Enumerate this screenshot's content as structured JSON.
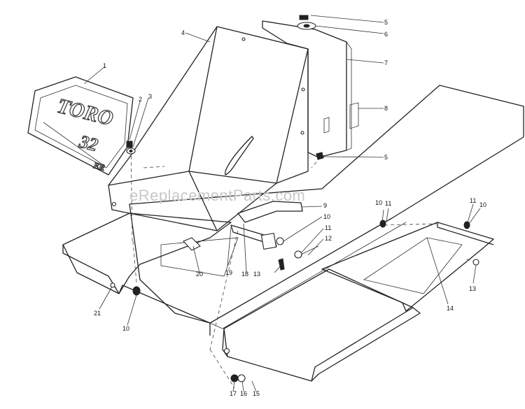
{
  "watermark": "eReplacementParts.com",
  "decal": {
    "brand": "TORO",
    "model": "32",
    "suffix": "ER"
  },
  "labels": {
    "p1": "1",
    "p2": "2",
    "p3": "3",
    "p4": "4",
    "p5a": "5",
    "p5b": "5",
    "p6": "6",
    "p7": "7",
    "p8": "8",
    "p9": "9",
    "p10a": "10",
    "p10b": "10",
    "p10c": "10",
    "p10d": "10",
    "p11a": "11",
    "p11b": "11",
    "p11c": "11",
    "p12": "12",
    "p13a": "13",
    "p13b": "13",
    "p14": "14",
    "p15": "15",
    "p16": "16",
    "p17": "17",
    "p18": "18",
    "p19": "19",
    "p20": "20",
    "p21": "21"
  }
}
